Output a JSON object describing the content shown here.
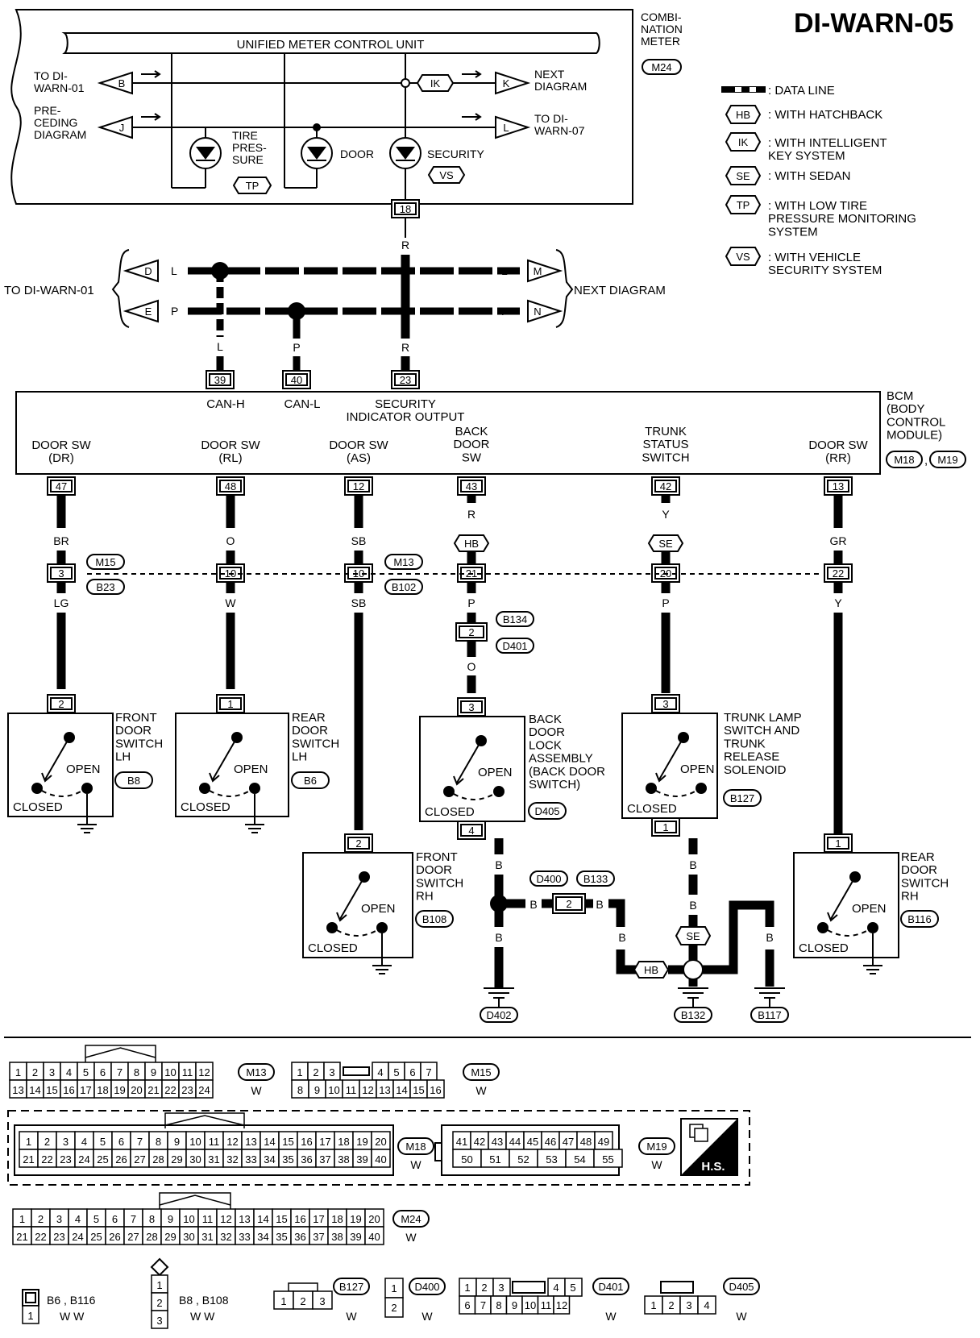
{
  "page_id": "DI-WARN-05",
  "meter": {
    "unit_title": "UNIFIED METER CONTROL UNIT",
    "name": "COMBI-\nNATION\nMETER",
    "connector": "M24",
    "lamps": {
      "tire_pressure": "TIRE\nPRES-\nSURE",
      "door": "DOOR",
      "security": "SECURITY"
    },
    "option_tp": "TP",
    "option_vs": "VS",
    "option_ik": "IK",
    "left_refs": [
      {
        "label": "TO DI-\nWARN-01",
        "letter": "B"
      },
      {
        "label": "PRE-\nCEDING\nDIAGRAM",
        "letter": "J"
      }
    ],
    "right_refs": [
      {
        "label": "NEXT\nDIAGRAM",
        "letter": "K"
      },
      {
        "label": "TO DI-\nWARN-07",
        "letter": "L"
      }
    ],
    "terminal": "18"
  },
  "legend": [
    {
      "symbol": "",
      "text": ": DATA LINE"
    },
    {
      "symbol": "HB",
      "text": ": WITH HATCHBACK"
    },
    {
      "symbol": "IK",
      "text": ": WITH INTELLIGENT\nKEY SYSTEM"
    },
    {
      "symbol": "SE",
      "text": ": WITH SEDAN"
    },
    {
      "symbol": "TP",
      "text": ": WITH LOW TIRE\nPRESSURE MONITORING\nSYSTEM"
    },
    {
      "symbol": "VS",
      "text": ": WITH VEHICLE\nSECURITY SYSTEM"
    }
  ],
  "can": {
    "left_label": "TO DI-WARN-01",
    "right_label": "NEXT DIAGRAM",
    "letters": {
      "d": "D",
      "e": "E",
      "m": "M",
      "n": "N"
    },
    "colors": {
      "l": "L",
      "p": "P",
      "r": "R"
    }
  },
  "bcm": {
    "name": "BCM\n(BODY\nCONTROL\nMODULE)",
    "connectors": [
      "M18",
      "M19"
    ],
    "top_pins": [
      {
        "pin": "39",
        "label": "CAN-H"
      },
      {
        "pin": "40",
        "label": "CAN-L"
      },
      {
        "pin": "23",
        "label": "SECURITY\nINDICATOR OUTPUT"
      }
    ],
    "bottom": [
      {
        "label": "DOOR SW\n(DR)",
        "pin": "47",
        "color1": "BR",
        "joint": "3",
        "color2": "LG"
      },
      {
        "label": "DOOR SW\n(RL)",
        "pin": "48",
        "color1": "O",
        "joint": "10",
        "color2": "W"
      },
      {
        "label": "DOOR SW\n(AS)",
        "pin": "12",
        "color1": "SB",
        "joint": "10",
        "color2": "SB"
      },
      {
        "label": "BACK\nDOOR\nSW",
        "pin": "43",
        "color1": "R",
        "option": "HB",
        "joint": "21",
        "color2": "P"
      },
      {
        "label": "TRUNK\nSTATUS\nSWITCH",
        "pin": "42",
        "color1": "Y",
        "option": "SE",
        "joint": "20",
        "color2": "P"
      },
      {
        "label": "DOOR SW\n(RR)",
        "pin": "13",
        "color1": "GR",
        "joint": "22",
        "color2": "Y"
      }
    ]
  },
  "joint_refs": {
    "a": "M15",
    "b": "B23",
    "c": "M13",
    "d": "B102"
  },
  "back_door_joint": {
    "pin": "2",
    "ref1": "B134",
    "ref2": "D401",
    "color": "O"
  },
  "switches": [
    {
      "name": "FRONT\nDOOR\nSWITCH\nLH",
      "connector": "B8",
      "pin": "2"
    },
    {
      "name": "REAR\nDOOR\nSWITCH\nLH",
      "connector": "B6",
      "pin": "1"
    },
    {
      "name": "FRONT\nDOOR\nSWITCH\nRH",
      "connector": "B108",
      "pin": "2"
    },
    {
      "name": "BACK\nDOOR\nLOCK\nASSEMBLY\n(BACK DOOR\nSWITCH)",
      "connector": "D405",
      "pin": "3",
      "pin2": "4"
    },
    {
      "name": "TRUNK LAMP\nSWITCH AND\nTRUNK\nRELEASE\nSOLENOID",
      "connector": "B127",
      "pin": "3",
      "pin2": "1"
    },
    {
      "name": "REAR\nDOOR\nSWITCH\nRH",
      "connector": "B116",
      "pin": "1"
    }
  ],
  "switch_states": {
    "open": "OPEN",
    "closed": "CLOSED"
  },
  "grounds": {
    "wire": "B",
    "joint_pin": "2",
    "joint_refs": [
      "D400",
      "B133"
    ],
    "hb": "HB",
    "se": "SE",
    "points": [
      "D402",
      "B132",
      "B117"
    ]
  },
  "connectors": {
    "m13": {
      "id": "M13",
      "color": "W",
      "row1": [
        "1",
        "2",
        "3",
        "4",
        "5",
        "6",
        "7",
        "8",
        "9",
        "10",
        "11",
        "12"
      ],
      "row2": [
        "13",
        "14",
        "15",
        "16",
        "17",
        "18",
        "19",
        "20",
        "21",
        "22",
        "23",
        "24"
      ]
    },
    "m15": {
      "id": "M15",
      "color": "W",
      "row1": [
        "1",
        "2",
        "3",
        "",
        "4",
        "5",
        "6",
        "7"
      ],
      "row2": [
        "8",
        "9",
        "10",
        "11",
        "12",
        "13",
        "14",
        "15",
        "16"
      ]
    },
    "m18": {
      "id": "M18",
      "color": "W",
      "row1": [
        "1",
        "2",
        "3",
        "4",
        "5",
        "6",
        "7",
        "8",
        "9",
        "10",
        "11",
        "12",
        "13",
        "14",
        "15",
        "16",
        "17",
        "18",
        "19",
        "20"
      ],
      "row2": [
        "21",
        "22",
        "23",
        "24",
        "25",
        "26",
        "27",
        "28",
        "29",
        "30",
        "31",
        "32",
        "33",
        "34",
        "35",
        "36",
        "37",
        "38",
        "39",
        "40"
      ]
    },
    "m19": {
      "id": "M19",
      "color": "W",
      "row1": [
        "41",
        "42",
        "43",
        "44",
        "45",
        "46",
        "47",
        "48",
        "49"
      ],
      "row2": [
        "50",
        "51",
        "52",
        "53",
        "54",
        "55"
      ]
    },
    "m24": {
      "id": "M24",
      "color": "W",
      "row1": [
        "1",
        "2",
        "3",
        "4",
        "5",
        "6",
        "7",
        "8",
        "9",
        "10",
        "11",
        "12",
        "13",
        "14",
        "15",
        "16",
        "17",
        "18",
        "19",
        "20"
      ],
      "row2": [
        "21",
        "22",
        "23",
        "24",
        "25",
        "26",
        "27",
        "28",
        "29",
        "30",
        "31",
        "32",
        "33",
        "34",
        "35",
        "36",
        "37",
        "38",
        "39",
        "40"
      ]
    },
    "hs": "H.S.",
    "small": [
      {
        "ids": "B6 , B116",
        "color": "W W",
        "pins": [
          "1"
        ]
      },
      {
        "ids": "B8 , B108",
        "color": "W W",
        "pins": [
          "1",
          "2",
          "3"
        ]
      },
      {
        "ids": "B127",
        "color": "W",
        "pins": [
          "1",
          "2",
          "3"
        ]
      },
      {
        "ids": "D400",
        "color": "W",
        "pins": [
          "1",
          "2"
        ]
      },
      {
        "ids": "D401",
        "color": "W",
        "pins": [
          "1",
          "2",
          "3",
          "4",
          "5",
          "6",
          "7",
          "8",
          "9",
          "10",
          "11",
          "12"
        ]
      },
      {
        "ids": "D405",
        "color": "W",
        "pins": [
          "1",
          "2",
          "3",
          "4"
        ]
      }
    ]
  }
}
